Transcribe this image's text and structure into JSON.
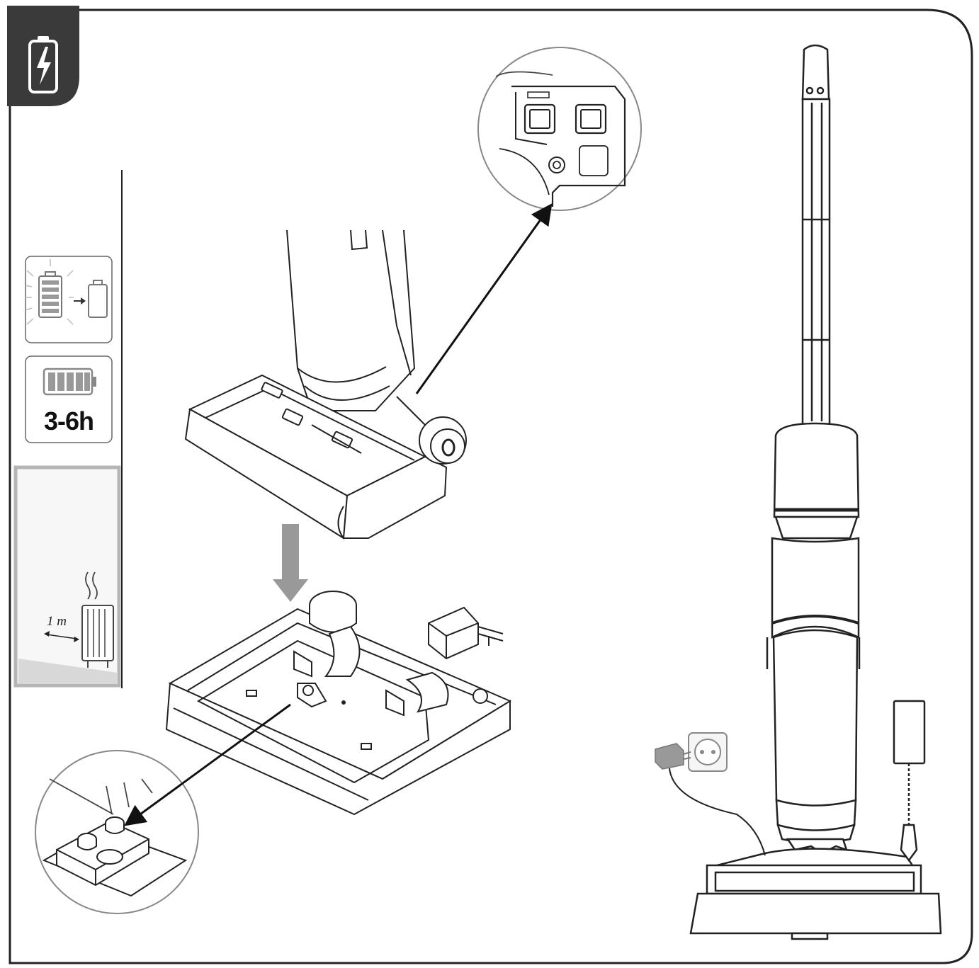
{
  "section": {
    "icon": "battery-charging-icon"
  },
  "sidebar": {
    "panels": [
      {
        "name": "battery-indicator-panel",
        "icon": "blinking-battery-to-empty-icon"
      },
      {
        "name": "charge-time-panel",
        "icon": "full-battery-icon",
        "label": "3-6h"
      },
      {
        "name": "placement-panel",
        "icon": "radiator-icon",
        "distance_label": "1 m"
      }
    ]
  },
  "illustrations": {
    "mop_head": "mop-head-underside",
    "contact_detail": "charging-contacts-detail-icon",
    "dock": "charging-dock",
    "dock_detail": "dock-pins-detail-icon",
    "adapter": "power-adapter-icon",
    "assembled": "vacuum-on-dock",
    "wall_socket": "wall-socket-icon"
  },
  "colors": {
    "line": "#111111",
    "badge": "#3a3a3a",
    "panel_border": "#9a9a9a",
    "arrow_gray": "#8a8a8a"
  }
}
